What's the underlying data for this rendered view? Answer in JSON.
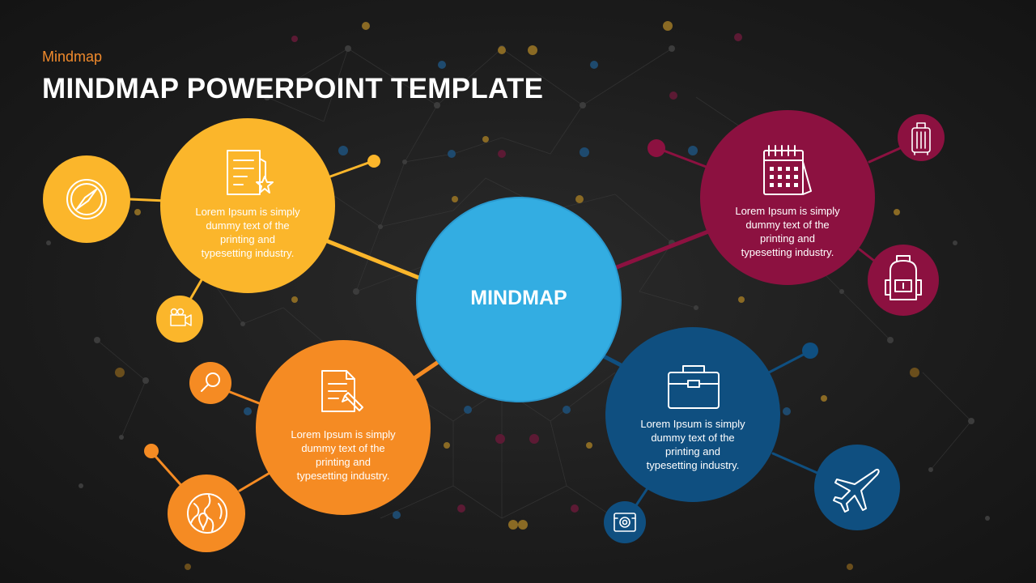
{
  "header": {
    "subtitle": "Mindmap",
    "title": "MINDMAP POWERPOINT TEMPLATE"
  },
  "center": {
    "label": "MINDMAP",
    "color": "#33ade2"
  },
  "colors": {
    "yellow": "#fbb62b",
    "orange": "#f58b23",
    "crimson": "#8c1140",
    "navy": "#0f4f80",
    "background": "#1c1c1c"
  },
  "nodes": [
    {
      "id": "yellow",
      "text": "Lorem Ipsum is simply\ndummy text of the\nprinting and\ntypesetting industry.",
      "icon": "certificate-document-icon"
    },
    {
      "id": "orange",
      "text": "Lorem Ipsum is simply\ndummy text of the\nprinting and\ntypesetting industry.",
      "icon": "document-pen-icon"
    },
    {
      "id": "crimson",
      "text": "Lorem Ipsum is simply\ndummy text of the\nprinting and\ntypesetting industry.",
      "icon": "calendar-icon"
    },
    {
      "id": "navy",
      "text": "Lorem Ipsum is simply\ndummy text of the\nprinting and\ntypesetting industry.",
      "icon": "briefcase-icon"
    }
  ],
  "satellite_icons": [
    "compass-icon",
    "video-camera-icon",
    "search-icon",
    "globe-icon",
    "luggage-icon",
    "backpack-icon",
    "airplane-icon",
    "camera-icon"
  ]
}
